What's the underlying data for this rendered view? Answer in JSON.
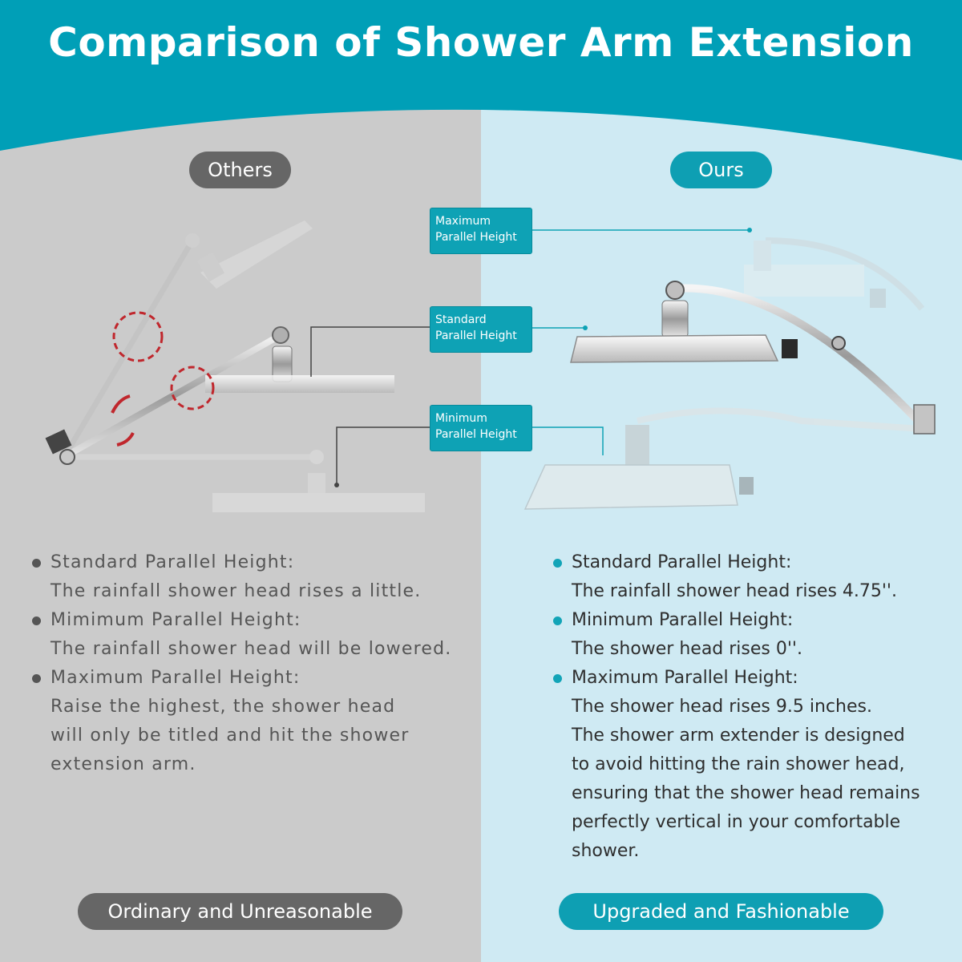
{
  "title": "Comparison of Shower Arm Extension",
  "colors": {
    "teal": "#0ea2b5",
    "left_bg": "#cbcbcb",
    "right_bg": "#cfeaf3",
    "gray_pill": "#666666"
  },
  "left": {
    "badge": "Others",
    "items": [
      {
        "heading": "Standard Parallel Height:",
        "lines": [
          "The rainfall shower head rises a little."
        ]
      },
      {
        "heading": "Mimimum Parallel Height:",
        "lines": [
          "The rainfall shower head will be lowered."
        ]
      },
      {
        "heading": "Maximum Parallel Height:",
        "lines": [
          "Raise the highest, the shower head",
          "will only be titled and hit the shower",
          "extension arm."
        ]
      }
    ],
    "footer": "Ordinary and Unreasonable"
  },
  "right": {
    "badge": "Ours",
    "labels": [
      [
        "Maximum",
        "Parallel Height"
      ],
      [
        "Standard",
        "Parallel Height"
      ],
      [
        "Minimum",
        "Parallel Height"
      ]
    ],
    "items": [
      {
        "heading": "Standard Parallel Height:",
        "lines": [
          "The rainfall shower head rises 4.75''."
        ]
      },
      {
        "heading": "Minimum Parallel Height:",
        "lines": [
          "The shower head rises 0''."
        ]
      },
      {
        "heading": "Maximum Parallel Height:",
        "lines": [
          "The shower head rises 9.5 inches.",
          "The shower arm extender is designed",
          "to avoid hitting the rain shower head,",
          "ensuring that the shower head remains",
          "perfectly vertical in your comfortable",
          "shower."
        ]
      }
    ],
    "footer": "Upgraded and Fashionable"
  }
}
